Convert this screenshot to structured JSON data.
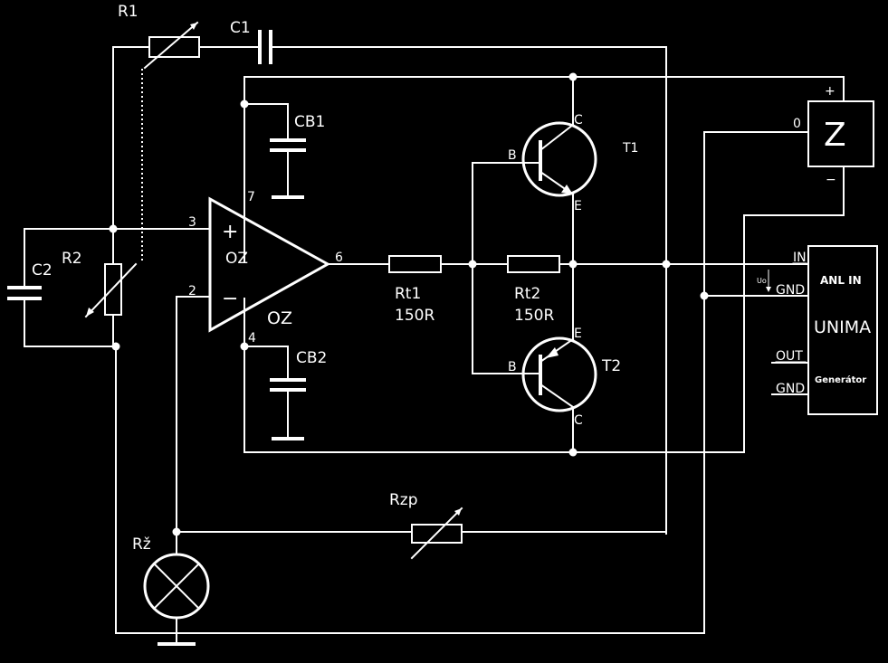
{
  "colors": {
    "background": "#000000",
    "line": "#ffffff"
  },
  "components": {
    "r1": "R1",
    "c1": "C1",
    "r2": "R2",
    "c2": "C2",
    "cb1": "CB1",
    "cb2": "CB2",
    "rt1": {
      "name": "Rt1",
      "value": "150R"
    },
    "rt2": {
      "name": "Rt2",
      "value": "150R"
    },
    "t1": "T1",
    "t2": "T2",
    "rzp": "Rzp",
    "rz": "Rž",
    "z": "Z",
    "opamp": {
      "inner_label": "OZ",
      "outer_label": "OZ",
      "plus": "+",
      "minus": "−"
    }
  },
  "pins": {
    "p3": "3",
    "p2": "2",
    "p6": "6",
    "p7": "7",
    "p4": "4",
    "t1_b": "B",
    "t1_c": "C",
    "t1_e": "E",
    "t2_b": "B",
    "t2_c": "C",
    "t2_e": "E",
    "z_plus": "+",
    "z_zero": "0",
    "z_minus": "−"
  },
  "unima": {
    "anl_in": "ANL IN",
    "title": "UNIMA",
    "generator": "Generátor",
    "in": "IN",
    "gnd_top": "GND",
    "out": "OUT",
    "gnd_bottom": "GND",
    "uo": "Uo"
  }
}
